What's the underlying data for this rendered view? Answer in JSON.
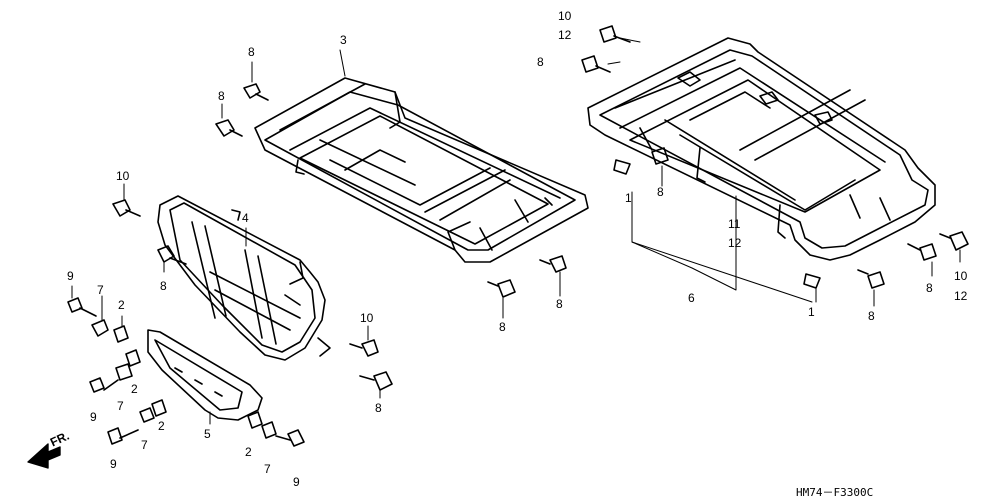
{
  "callouts": {
    "c_10_top": "10",
    "c_12_top": "12",
    "c_8_top_right": "8",
    "c_3": "3",
    "c_8_a": "8",
    "c_8_b": "8",
    "c_10_left": "10",
    "c_4": "4",
    "c_8_c": "8",
    "c_9_a": "9",
    "c_7_a": "7",
    "c_2_a": "2",
    "c_8_d": "8",
    "c_8_e": "8",
    "c_10_mid": "10",
    "c_8_f": "8",
    "c_9_b": "9",
    "c_7_b": "7",
    "c_2_b": "2",
    "c_7_c": "7",
    "c_2_c": "2",
    "c_5": "5",
    "c_9_c": "9",
    "c_2_d": "2",
    "c_7_d": "7",
    "c_9_d": "9",
    "c_1_a": "1",
    "c_8_g": "8",
    "c_11": "11",
    "c_12_mid": "12",
    "c_6": "6",
    "c_1_b": "1",
    "c_8_h": "8",
    "c_8_i": "8",
    "c_10_right": "10",
    "c_12_right": "12"
  },
  "direction_label": "FR.",
  "diagram_code": "HM74－F3300C"
}
